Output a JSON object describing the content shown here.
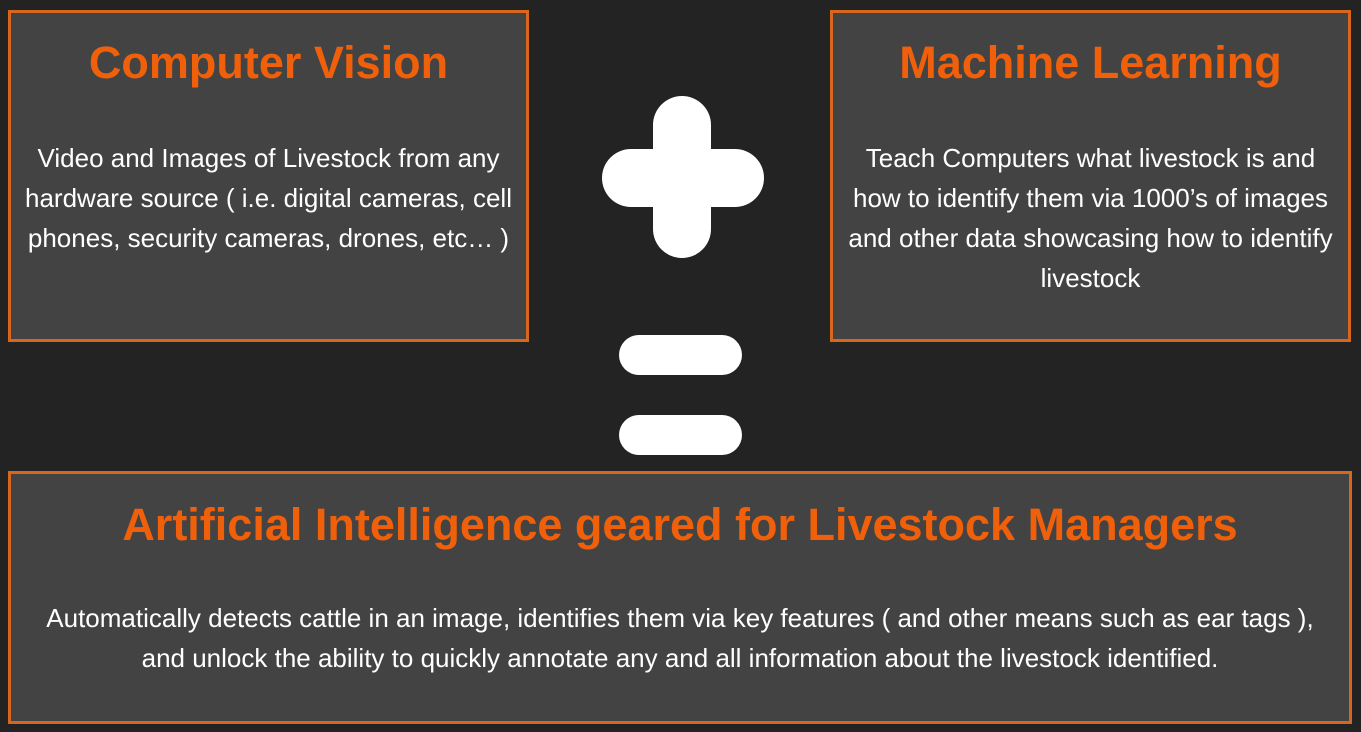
{
  "computer_vision": {
    "title": "Computer Vision",
    "text": "Video and Images of Livestock from any hardware source ( i.e. digital cameras, cell phones, security cameras, drones, etc… )"
  },
  "machine_learning": {
    "title": "Machine Learning",
    "text": "Teach Computers what livestock is and how to identify them via 1000’s of images and other data showcasing how to identify livestock"
  },
  "artificial_intelligence": {
    "title": "Artificial Intelligence geared for Livestock Managers",
    "text": "Automatically detects cattle in an image, identifies them via key features ( and other means such as ear tags ), and unlock the ability to quickly annotate any and all information about the livestock identified."
  },
  "operators": {
    "plus": "plus-icon",
    "equals": "equals-icon"
  },
  "colors": {
    "background": "#232323",
    "box_fill": "#434343",
    "box_border": "#d9661f",
    "title": "#f0600a",
    "body_text": "#ffffff",
    "operator": "#ffffff"
  }
}
